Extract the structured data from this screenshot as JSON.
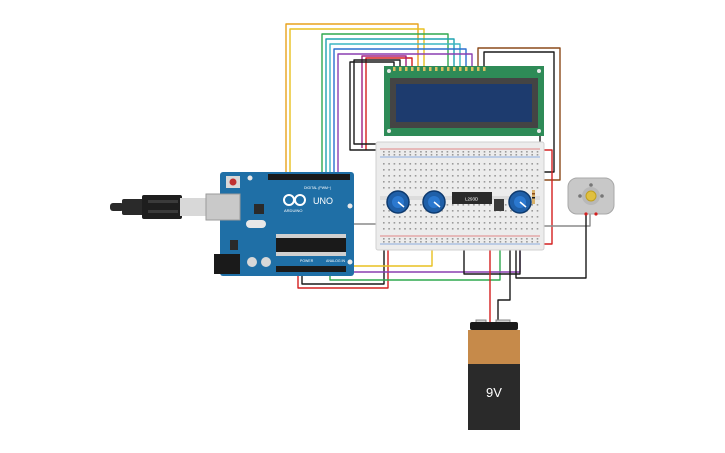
{
  "arduino": {
    "logo_text": "ARDUINO",
    "model": "UNO",
    "digital_header": "DIGITAL (PWM~)",
    "power_header": "POWER",
    "analog_header": "ANALOG IN",
    "board_color": "#1f6fa6"
  },
  "ic": {
    "label": "L293D"
  },
  "battery": {
    "label": "9V",
    "top_color": "#c68a4a",
    "body_color": "#2a2a2a"
  },
  "lcd": {
    "frame_color": "#2e8b57",
    "screen_color": "#1d3b6e"
  },
  "potentiometers": {
    "count": 3,
    "knob_color": "#1f5fa8"
  },
  "motor": {
    "color": "#c8c8c8"
  },
  "wire_colors": {
    "orange": "#e8a21c",
    "yellow": "#e8c020",
    "green": "#2fa84f",
    "teal": "#1fa3b0",
    "blue": "#2b6fcf",
    "purple": "#8a3fb0",
    "red": "#d42020",
    "black": "#1a1a1a",
    "brown": "#8b4a1a",
    "gray": "#8a8a8a"
  }
}
